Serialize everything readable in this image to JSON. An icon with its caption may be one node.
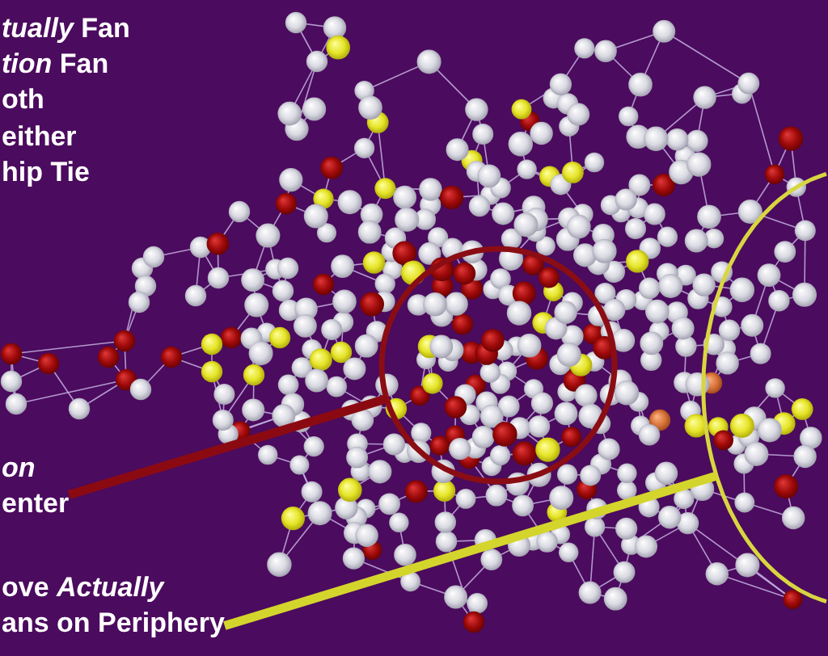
{
  "diagram": {
    "nodes": [
      {
        "text": [
          "*on* enter"
        ]
      },
      {
        "text": [],
        "shape": "circle"
      },
      {
        "text": [
          "ove *Actually* ans on Periphery"
        ]
      },
      {
        "text": [],
        "shape": "ellipse"
      }
    ],
    "edges": [
      {
        "from": 0,
        "to": 1,
        "arrow": "none",
        "color": "#8b0a12"
      },
      {
        "from": 2,
        "to": 3,
        "arrow": "none",
        "color": "#d4d52c"
      }
    ],
    "labels": [
      "*tually* Fan",
      "*tion* Fan",
      "oth",
      "either",
      "hip Tie"
    ]
  }
}
